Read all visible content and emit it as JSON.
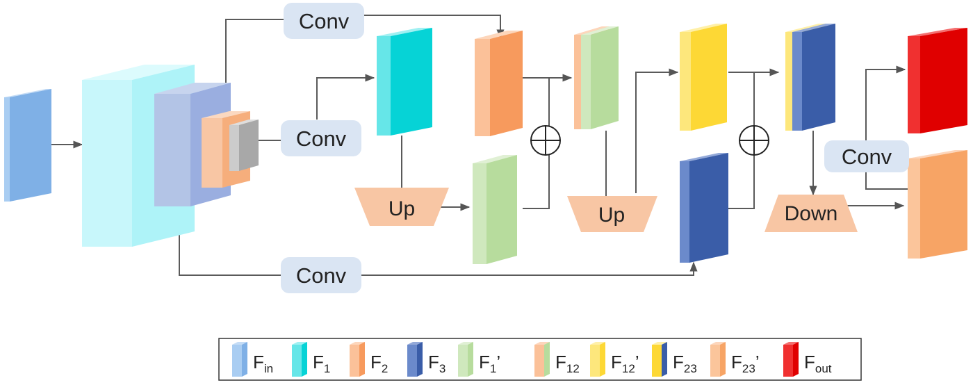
{
  "blocks": {
    "conv_top": "Conv",
    "conv_mid": "Conv",
    "conv_bottom": "Conv",
    "conv_right": "Conv",
    "up_left": "Up",
    "up_right": "Up",
    "down": "Down"
  },
  "legend": [
    {
      "base": "F",
      "sub": "in",
      "suffix": "",
      "colors": {
        "front": "#7fb0e6",
        "side": "#a9cdf2",
        "top": "#c4dcf6"
      }
    },
    {
      "base": "F",
      "sub": "1",
      "suffix": "",
      "colors": {
        "front": "#06d3d6",
        "side": "#66e6e8",
        "top": "#a0f0f2"
      }
    },
    {
      "base": "F",
      "sub": "2",
      "suffix": "",
      "colors": {
        "front": "#f79a5d",
        "side": "#fbc199",
        "top": "#fdd6bb"
      }
    },
    {
      "base": "F",
      "sub": "3",
      "suffix": "",
      "colors": {
        "front": "#3a5da8",
        "side": "#6b8acb",
        "top": "#93a9d9"
      }
    },
    {
      "base": "F",
      "sub": "1",
      "suffix": "’",
      "colors": {
        "front": "#b7dc9d",
        "side": "#cfe8bd",
        "top": "#e0f0d4"
      }
    },
    {
      "base": "F",
      "sub": "12",
      "suffix": "",
      "colors": {
        "front": "#b7dc9d",
        "side": "#fbc199",
        "top": "#fdd6bb"
      }
    },
    {
      "base": "F",
      "sub": "12",
      "suffix": "’",
      "colors": {
        "front": "#fdd835",
        "side": "#fde77c",
        "top": "#fff0a8"
      }
    },
    {
      "base": "F",
      "sub": "23",
      "suffix": "",
      "colors": {
        "front": "#3a5da8",
        "side": "#fdd835",
        "top": "#fff0a8"
      }
    },
    {
      "base": "F",
      "sub": "23",
      "suffix": "’",
      "colors": {
        "front": "#f7a465",
        "side": "#fbc59b",
        "top": "#fdd6bb"
      }
    },
    {
      "base": "F",
      "sub": "out",
      "suffix": "",
      "colors": {
        "front": "#e00000",
        "side": "#f03030",
        "top": "#f47070"
      }
    }
  ]
}
